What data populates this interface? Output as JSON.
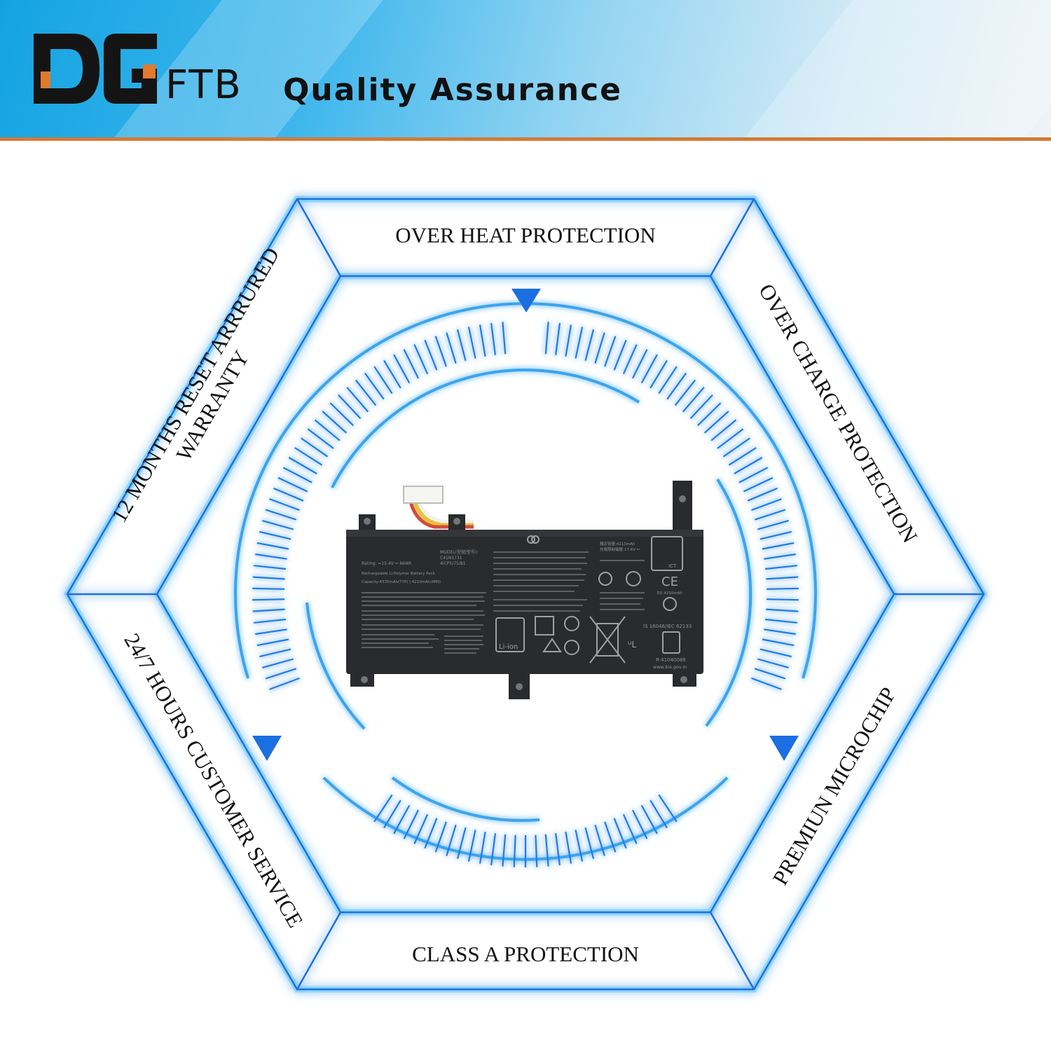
{
  "brand": {
    "logo_letters": "DG",
    "suffix": "FTB",
    "tagline": "Quality Assurance"
  },
  "features": {
    "top": "OVER HEAT PROTECTION",
    "top_right": "OVER CHARGE PROTECTION",
    "bottom_right": "PREMIUN MICROCHIP",
    "bottom": "CLASS A PROTECTION",
    "bottom_left": "24/7 HOURS CUSTOMER SERVICE",
    "top_left_line1": "12 MONTHS RESET ARRRURED",
    "top_left_line2": "WARRANTY"
  },
  "battery": {
    "model_label": "MODEL(型號/型号):",
    "model": "C41N1731",
    "cell_config": "4ICP5/75/81",
    "rating": "Rating: =15.4V ⎓ 66Wh",
    "pack_type": "Rechargeable Li-Polymer Battery Pack",
    "capacity": "Capacity:4335mAh(TYP) | 4210mAh(MIN)",
    "capacity_zh": "額定容量:4210mAh",
    "charge_voltage": "充電限制電壓:17.6V ⎓",
    "li_ion": "Li-ion",
    "ict": "ICT",
    "eu_capacity": "EU 4210mAh",
    "standard": "IS 16046/IEC 62133",
    "registration": "R-41040086",
    "website": "www.bis.gov.in",
    "ce": "CE"
  },
  "colors": {
    "accent": "#1b6fe0",
    "glow": "#63c6f5",
    "header_bar": "#d47a36",
    "battery": "#2a2b2e"
  }
}
